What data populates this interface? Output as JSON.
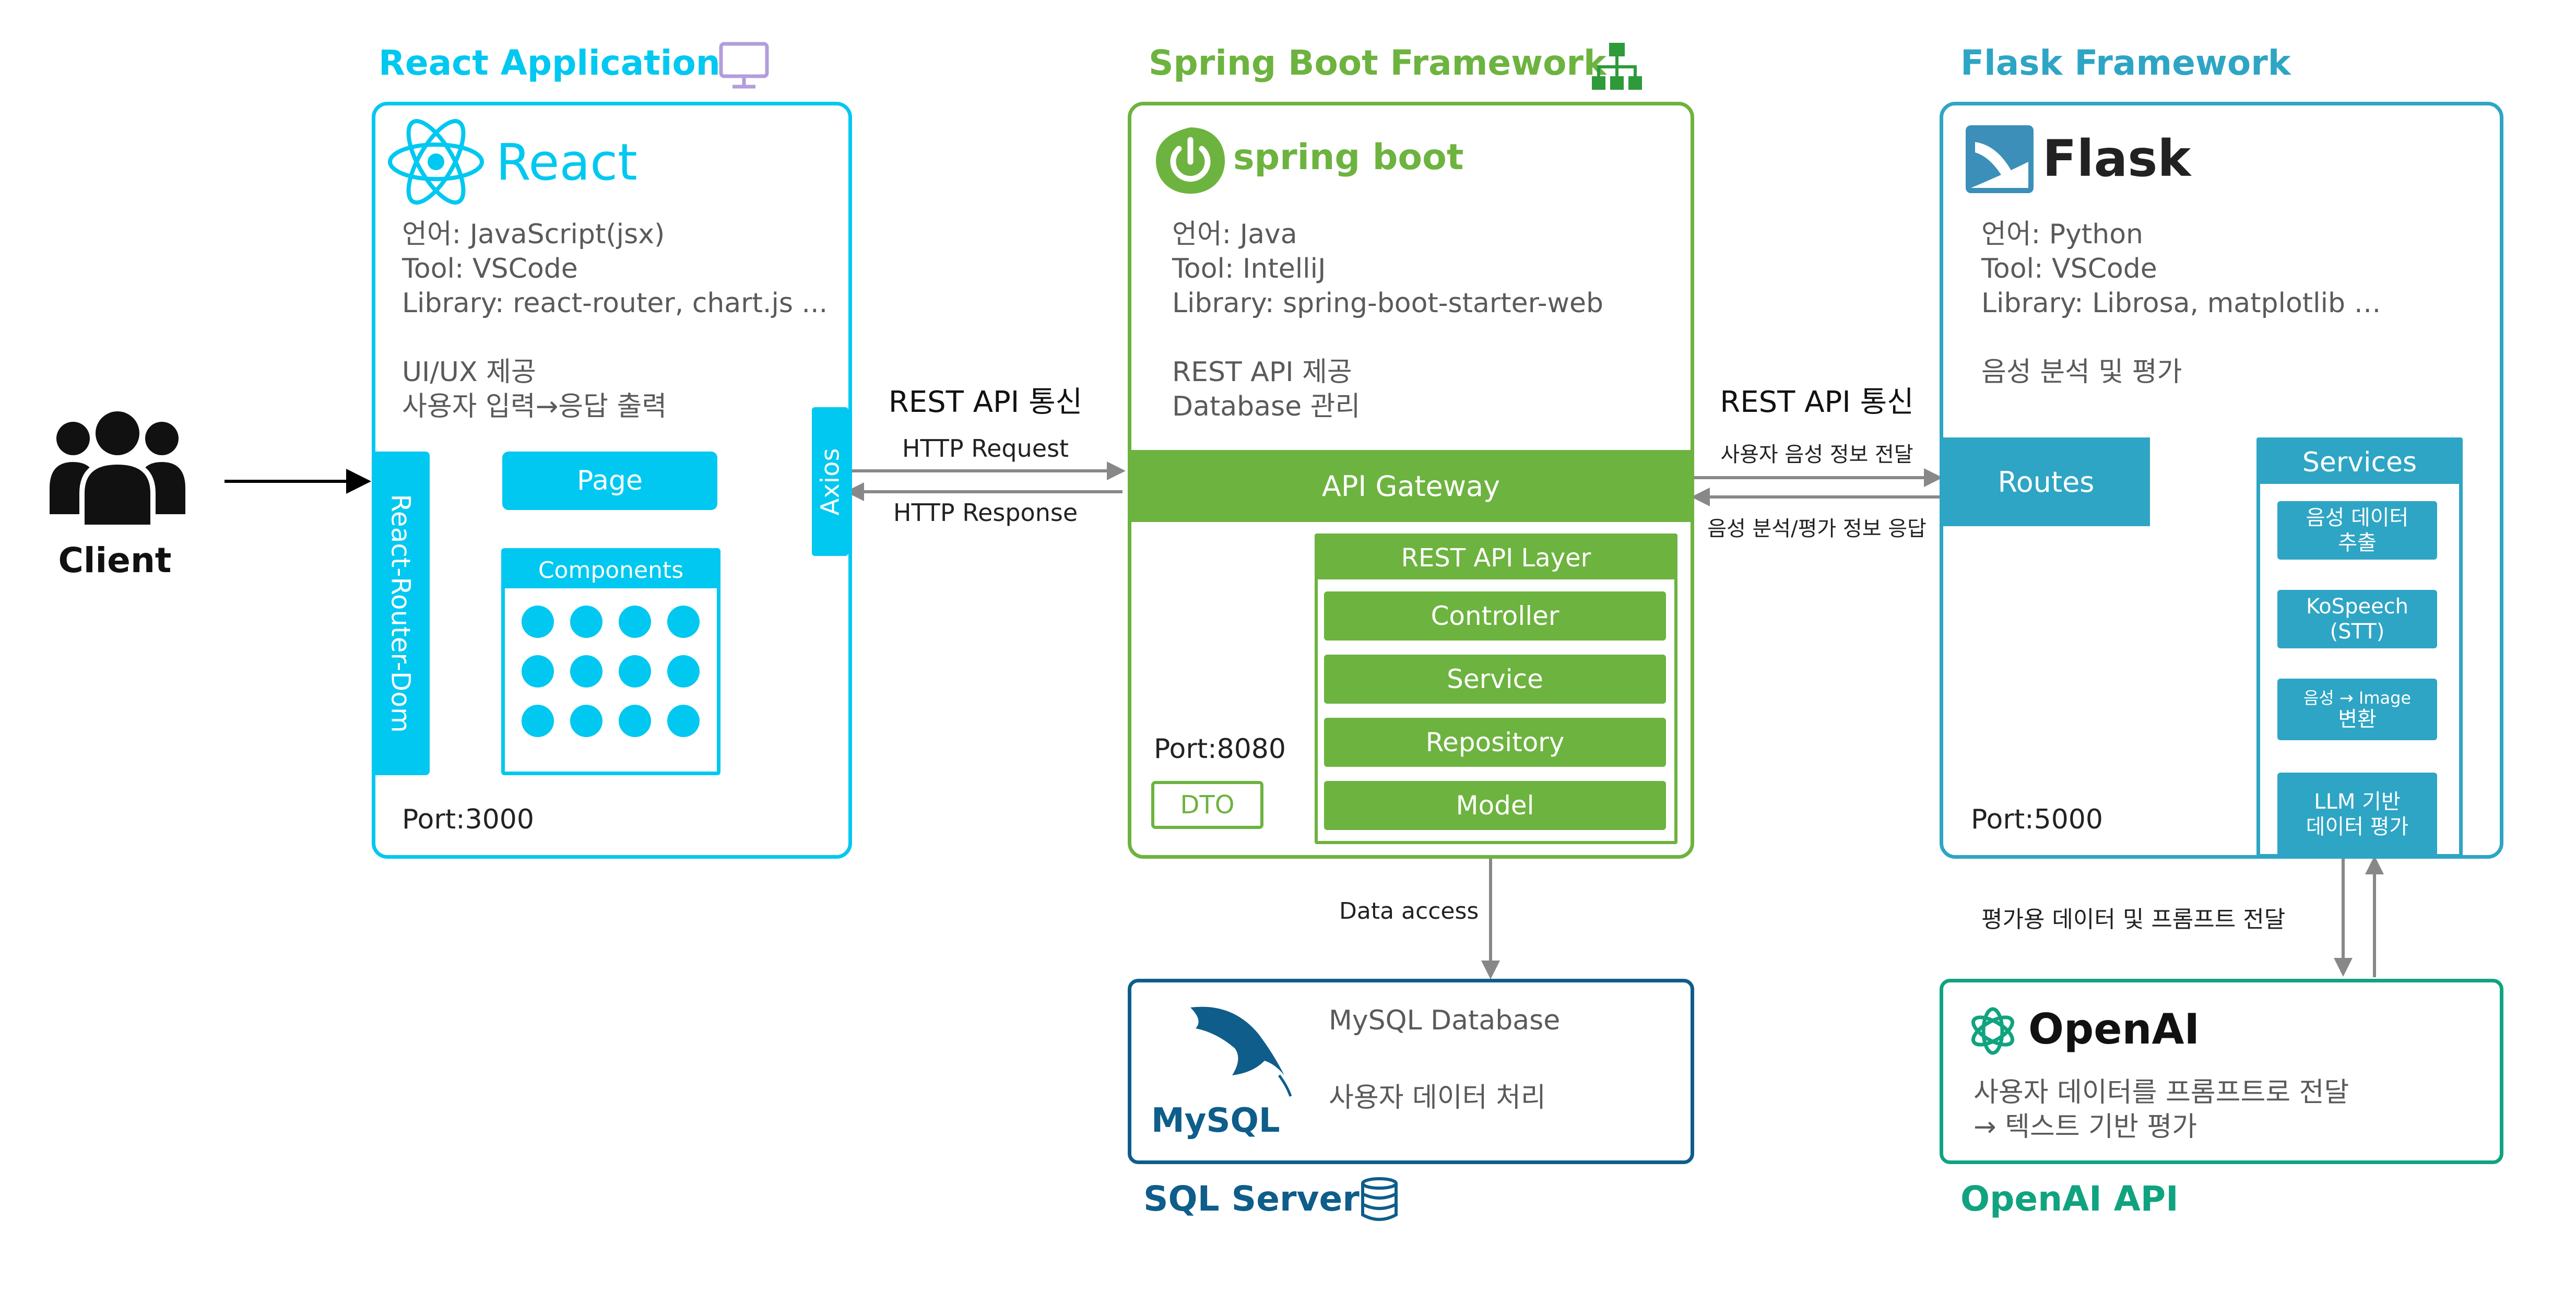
{
  "client": {
    "label": "Client"
  },
  "react": {
    "title": "React Application",
    "logo_text": "React",
    "info": "언어: JavaScript(jsx)\nTool: VSCode\nLibrary: react-router, chart.js ...\n\nUI/UX 제공\n사용자 입력→응답 출력",
    "router": "React-Router-Dom",
    "page": "Page",
    "components": "Components",
    "axios": "Axios",
    "port": "Port:3000"
  },
  "link_left": {
    "title": "REST API 통신",
    "request": "HTTP Request",
    "response": "HTTP Response"
  },
  "spring": {
    "title": "Spring Boot Framework",
    "logo_text": "spring boot",
    "info": "언어: Java\nTool: IntelliJ\nLibrary: spring-boot-starter-web\n\nREST API 제공\nDatabase 관리",
    "gateway": "API Gateway",
    "rest_layer": "REST API Layer",
    "layers": [
      "Controller",
      "Service",
      "Repository",
      "Model"
    ],
    "port": "Port:8080",
    "dto": "DTO"
  },
  "link_right": {
    "title": "REST API 통신",
    "request": "사용자 음성 정보 전달",
    "response": "음성 분석/평가 정보 응답"
  },
  "flask": {
    "title": "Flask Framework",
    "logo_text": "Flask",
    "info": "언어: Python\nTool: VSCode\nLibrary: Librosa, matplotlib …\n\n음성 분석 및 평가",
    "routes": "Routes",
    "services_title": "Services",
    "services": [
      "음성 데이터\n추출",
      "KoSpeech\n(STT)",
      "변환",
      "LLM 기반\n데이터 평가"
    ],
    "service3_small": "음성 → Image",
    "port": "Port:5000"
  },
  "db_link": {
    "label": "Data access"
  },
  "mysql": {
    "footer_title": "SQL Server",
    "logo_text": "MySQL",
    "name": "MySQL Database",
    "desc": "사용자 데이터 처리"
  },
  "openai_link": {
    "label": "평가용 데이터 및 프롬프트 전달"
  },
  "openai": {
    "footer_title": "OpenAI API",
    "logo_text": "OpenAI",
    "desc": "사용자 데이터를 프롬프트로 전달\n→ 텍스트 기반 평가"
  },
  "colors": {
    "react": "#00c8f0",
    "spring": "#6db33f",
    "flask": "#2ea5c4",
    "sql": "#0e5d8a",
    "openai": "#10a37f",
    "arrow": "#888888"
  }
}
